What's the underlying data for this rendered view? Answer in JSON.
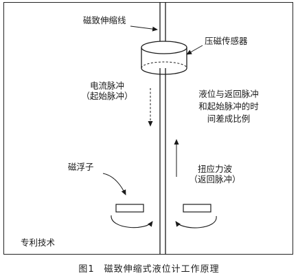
{
  "labels": {
    "magnetostrictive_wire": "磁致伸缩线",
    "pressure_sensor": "压磁传感器",
    "current_pulse_line1": "电流脉冲",
    "current_pulse_line2": "（起始脉冲）",
    "proportional_line1": "液位与返回脉冲",
    "proportional_line2": "和起始脉冲的时",
    "proportional_line3": "间差成比例",
    "magnetic_float": "磁浮子",
    "torsion_wave_line1": "扭应力波",
    "torsion_wave_line2": "（返回脉冲）"
  },
  "corner_note": "专利技术",
  "caption": "图1　磁致伸缩式液位计工作原理"
}
